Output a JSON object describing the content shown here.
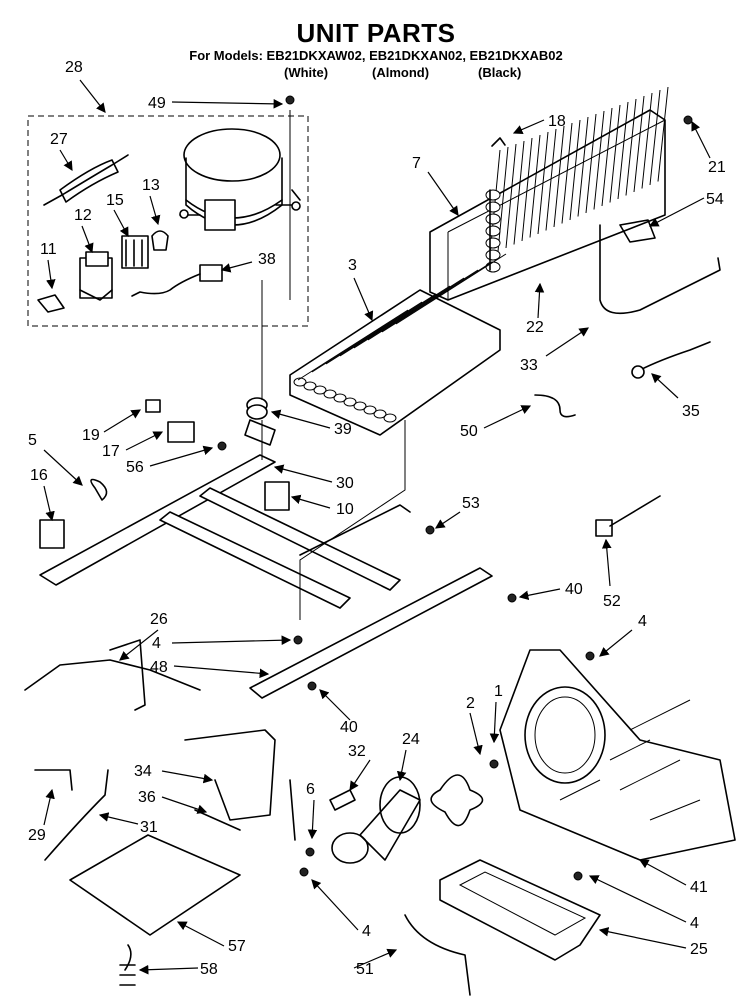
{
  "header": {
    "title": "UNIT PARTS",
    "models": "For Models: EB21DKXAW02, EB21DKXAN02, EB21DKXAB02",
    "colors": [
      "(White)",
      "(Almond)",
      "(Black)"
    ]
  },
  "callouts": [
    {
      "id": "c28",
      "label": "28"
    },
    {
      "id": "c49",
      "label": "49"
    },
    {
      "id": "c27",
      "label": "27"
    },
    {
      "id": "c13",
      "label": "13"
    },
    {
      "id": "c15",
      "label": "15"
    },
    {
      "id": "c12",
      "label": "12"
    },
    {
      "id": "c11",
      "label": "11"
    },
    {
      "id": "c38",
      "label": "38"
    },
    {
      "id": "c18",
      "label": "18"
    },
    {
      "id": "c7",
      "label": "7"
    },
    {
      "id": "c21",
      "label": "21"
    },
    {
      "id": "c54",
      "label": "54"
    },
    {
      "id": "c3",
      "label": "3"
    },
    {
      "id": "c22",
      "label": "22"
    },
    {
      "id": "c33",
      "label": "33"
    },
    {
      "id": "c35",
      "label": "35"
    },
    {
      "id": "c19",
      "label": "19"
    },
    {
      "id": "c17",
      "label": "17"
    },
    {
      "id": "c56",
      "label": "56"
    },
    {
      "id": "c39",
      "label": "39"
    },
    {
      "id": "c50",
      "label": "50"
    },
    {
      "id": "c5",
      "label": "5"
    },
    {
      "id": "c30",
      "label": "30"
    },
    {
      "id": "c16",
      "label": "16"
    },
    {
      "id": "c10",
      "label": "10"
    },
    {
      "id": "c53",
      "label": "53"
    },
    {
      "id": "c40a",
      "label": "40"
    },
    {
      "id": "c52",
      "label": "52"
    },
    {
      "id": "c26",
      "label": "26"
    },
    {
      "id": "c4a",
      "label": "4"
    },
    {
      "id": "c48",
      "label": "48"
    },
    {
      "id": "c4b",
      "label": "4"
    },
    {
      "id": "c40b",
      "label": "40"
    },
    {
      "id": "c1",
      "label": "1"
    },
    {
      "id": "c2",
      "label": "2"
    },
    {
      "id": "c32",
      "label": "32"
    },
    {
      "id": "c24",
      "label": "24"
    },
    {
      "id": "c34",
      "label": "34"
    },
    {
      "id": "c36",
      "label": "36"
    },
    {
      "id": "c6",
      "label": "6"
    },
    {
      "id": "c29",
      "label": "29"
    },
    {
      "id": "c31",
      "label": "31"
    },
    {
      "id": "c41",
      "label": "41"
    },
    {
      "id": "c4c",
      "label": "4"
    },
    {
      "id": "c4d",
      "label": "4"
    },
    {
      "id": "c25",
      "label": "25"
    },
    {
      "id": "c57",
      "label": "57"
    },
    {
      "id": "c51",
      "label": "51"
    },
    {
      "id": "c58",
      "label": "58"
    }
  ]
}
